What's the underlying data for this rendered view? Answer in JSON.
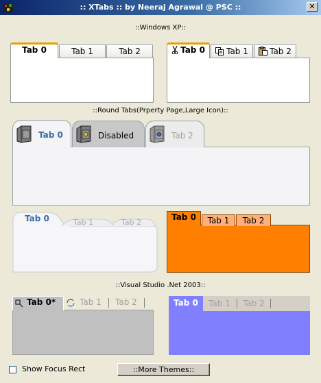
{
  "window": {
    "title": ":: XTabs :: by Neeraj Agrawal @ PSC ::",
    "close_glyph": "✕"
  },
  "sections": {
    "xp": "::Windows XP::",
    "round": "::Round Tabs(Prperty Page,Large Icon)::",
    "vs": "::Visual Studio .Net 2003::"
  },
  "xp_left": {
    "tabs": [
      "Tab 0",
      "Tab 1",
      "Tab 2"
    ],
    "active": 0
  },
  "xp_right": {
    "tabs": [
      "Tab 0",
      "Tab 1",
      "Tab 2"
    ],
    "icons": [
      "scissors-icon",
      "copy-icon",
      "paste-icon"
    ],
    "active": 0
  },
  "round": {
    "tabs": [
      "Tab 0",
      "Disabled",
      "Tab 2"
    ],
    "active": 0
  },
  "blob": {
    "tabs": [
      "Tab 0",
      "Tab 1",
      "Tab 2"
    ],
    "active": 0
  },
  "orange": {
    "tabs": [
      "Tab 0",
      "Tab 1",
      "Tab 2"
    ],
    "active": 0
  },
  "vs_left": {
    "tabs": [
      "Tab 0*",
      "Tab 1",
      "Tab 2"
    ],
    "active": 0
  },
  "vs_right": {
    "tabs": [
      "Tab 0",
      "Tab 1",
      "Tab 2"
    ],
    "active": 0
  },
  "footer": {
    "checkbox_label": "Show Focus Rect",
    "checked": false,
    "button_label": "::More Themes::"
  },
  "colors": {
    "title_start": "#0a246a",
    "xp_accent": "#e8a000",
    "orange": "#ff8000",
    "vs_blue": "#8080ff",
    "round_text": "#3a6ea5"
  }
}
